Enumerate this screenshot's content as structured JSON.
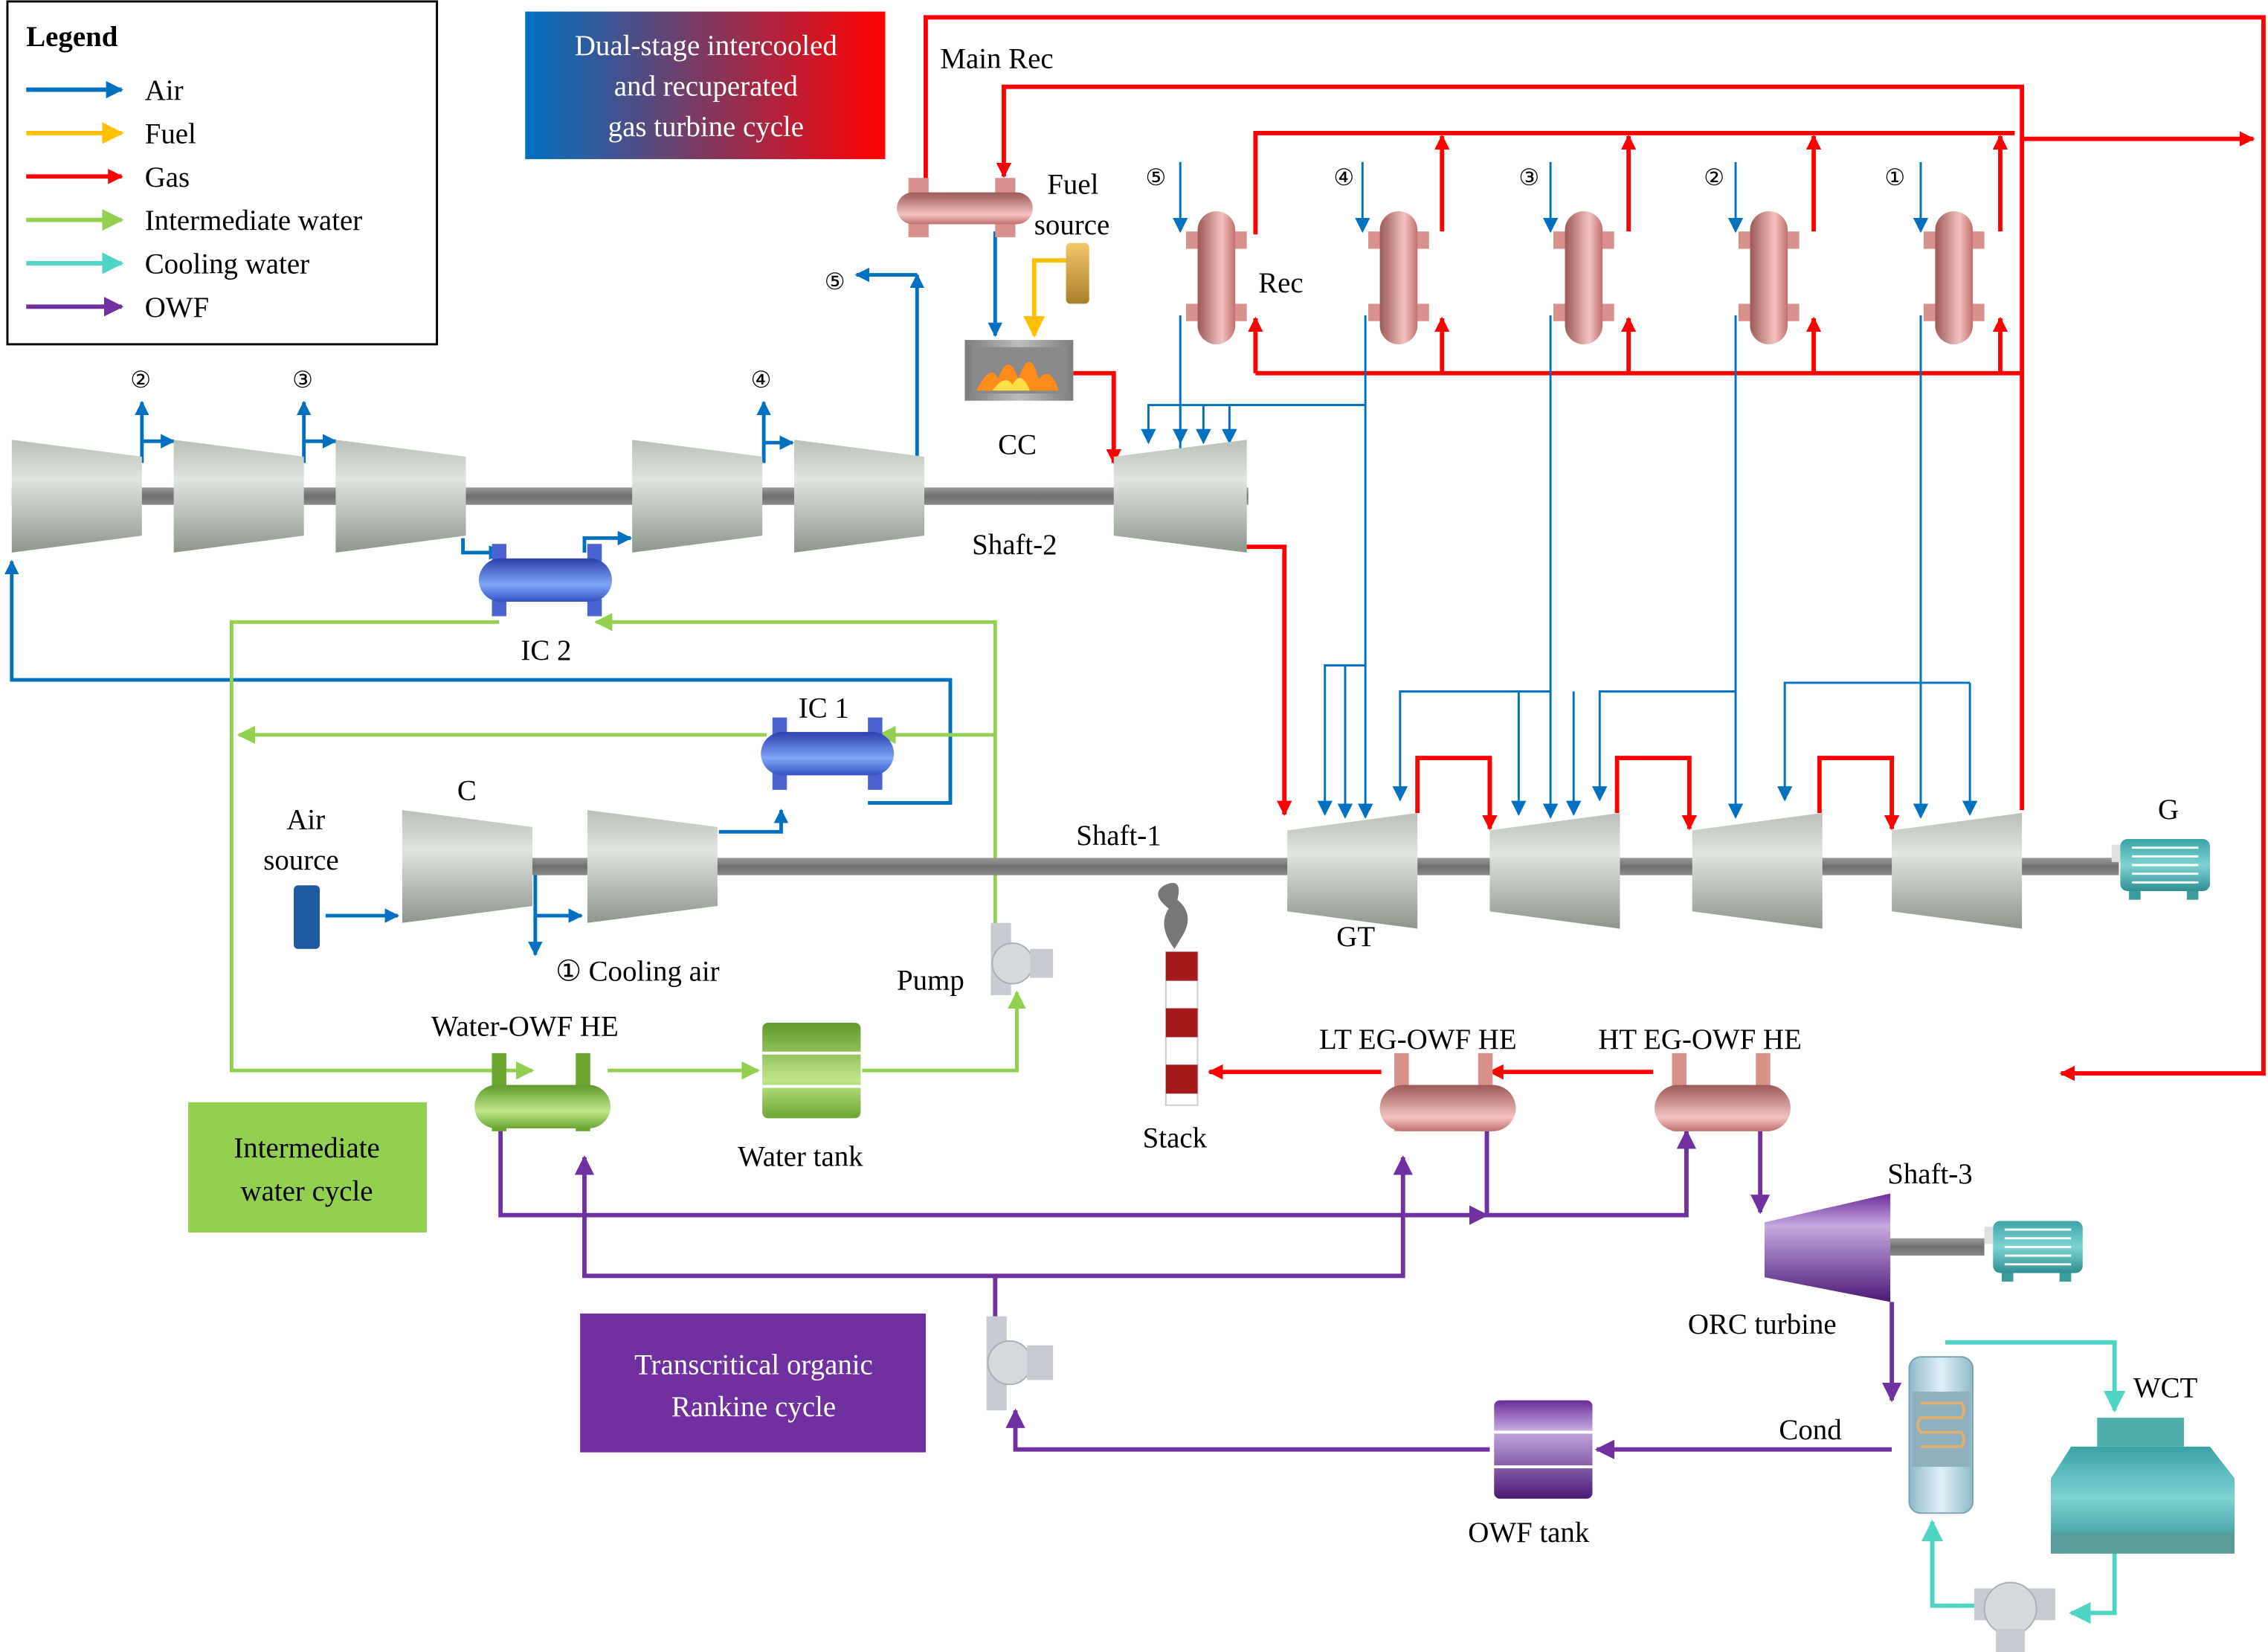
{
  "legend": {
    "title": "Legend",
    "items": [
      {
        "label": "Air",
        "color": "#0070C0"
      },
      {
        "label": "Fuel",
        "color": "#FFC000"
      },
      {
        "label": "Gas",
        "color": "#FF0000"
      },
      {
        "label": "Intermediate water",
        "color": "#92D050"
      },
      {
        "label": "Cooling water",
        "color": "#4FD5C6"
      },
      {
        "label": "OWF",
        "color": "#7030A0"
      }
    ]
  },
  "cycles": {
    "gas_turbine": "Dual-stage intercooled|and recuperated|gas turbine cycle",
    "intermediate_water": "Intermediate|water cycle",
    "orc": "Transcritical organic|Rankine cycle"
  },
  "labels": {
    "main_rec": "Main Rec",
    "fuel_source_1": "Fuel",
    "fuel_source_2": "source",
    "rec": "Rec",
    "cc": "CC",
    "shaft2": "Shaft-2",
    "shaft1": "Shaft-1",
    "shaft3": "Shaft-3",
    "ic2": "IC 2",
    "ic1": "IC 1",
    "c": "C",
    "air_source_1": "Air",
    "air_source_2": "source",
    "cooling_air": "① Cooling air",
    "pump": "Pump",
    "gt": "GT",
    "g": "G",
    "water_owf_he": "Water-OWF HE",
    "water_tank": "Water tank",
    "stack": "Stack",
    "lt_he": "LT EG-OWF HE",
    "ht_he": "HT EG-OWF HE",
    "orc_turbine": "ORC turbine",
    "wct": "WCT",
    "cond": "Cond",
    "owf_tank": "OWF tank"
  },
  "bleed_markers": [
    "①",
    "②",
    "③",
    "④",
    "⑤"
  ]
}
